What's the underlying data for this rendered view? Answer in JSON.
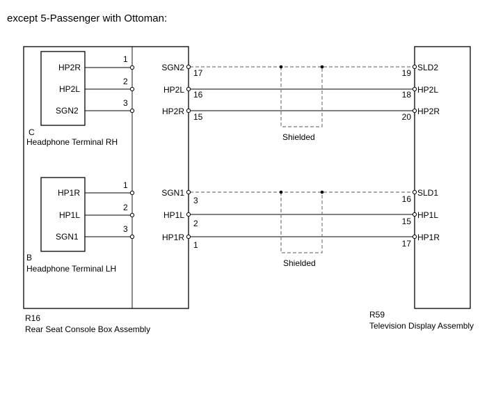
{
  "title": "except 5-Passenger with Ottoman:",
  "r16": {
    "code": "R16",
    "name": "Rear Seat Console Box Assembly",
    "connector_c": {
      "letter": "C",
      "name": "Headphone Terminal RH",
      "pins": [
        {
          "label": "HP2R",
          "num": "1"
        },
        {
          "label": "HP2L",
          "num": "2"
        },
        {
          "label": "SGN2",
          "num": "3"
        }
      ]
    },
    "connector_b": {
      "letter": "B",
      "name": "Headphone Terminal LH",
      "pins": [
        {
          "label": "HP1R",
          "num": "1"
        },
        {
          "label": "HP1L",
          "num": "2"
        },
        {
          "label": "SGN1",
          "num": "3"
        }
      ]
    }
  },
  "r59": {
    "code": "R59",
    "name": "Television Display Assembly"
  },
  "group_top": {
    "wires": [
      {
        "left_label": "SGN2",
        "left_num": "17",
        "right_num": "19",
        "right_label": "SLD2",
        "shield": true
      },
      {
        "left_label": "HP2L",
        "left_num": "16",
        "right_num": "18",
        "right_label": "HP2L",
        "shield": false
      },
      {
        "left_label": "HP2R",
        "left_num": "15",
        "right_num": "20",
        "right_label": "HP2R",
        "shield": false
      }
    ],
    "shield_label": "Shielded"
  },
  "group_bottom": {
    "wires": [
      {
        "left_label": "SGN1",
        "left_num": "3",
        "right_num": "16",
        "right_label": "SLD1",
        "shield": true
      },
      {
        "left_label": "HP1L",
        "left_num": "2",
        "right_num": "15",
        "right_label": "HP1L",
        "shield": false
      },
      {
        "left_label": "HP1R",
        "left_num": "1",
        "right_num": "17",
        "right_label": "HP1R",
        "shield": false
      }
    ],
    "shield_label": "Shielded"
  }
}
